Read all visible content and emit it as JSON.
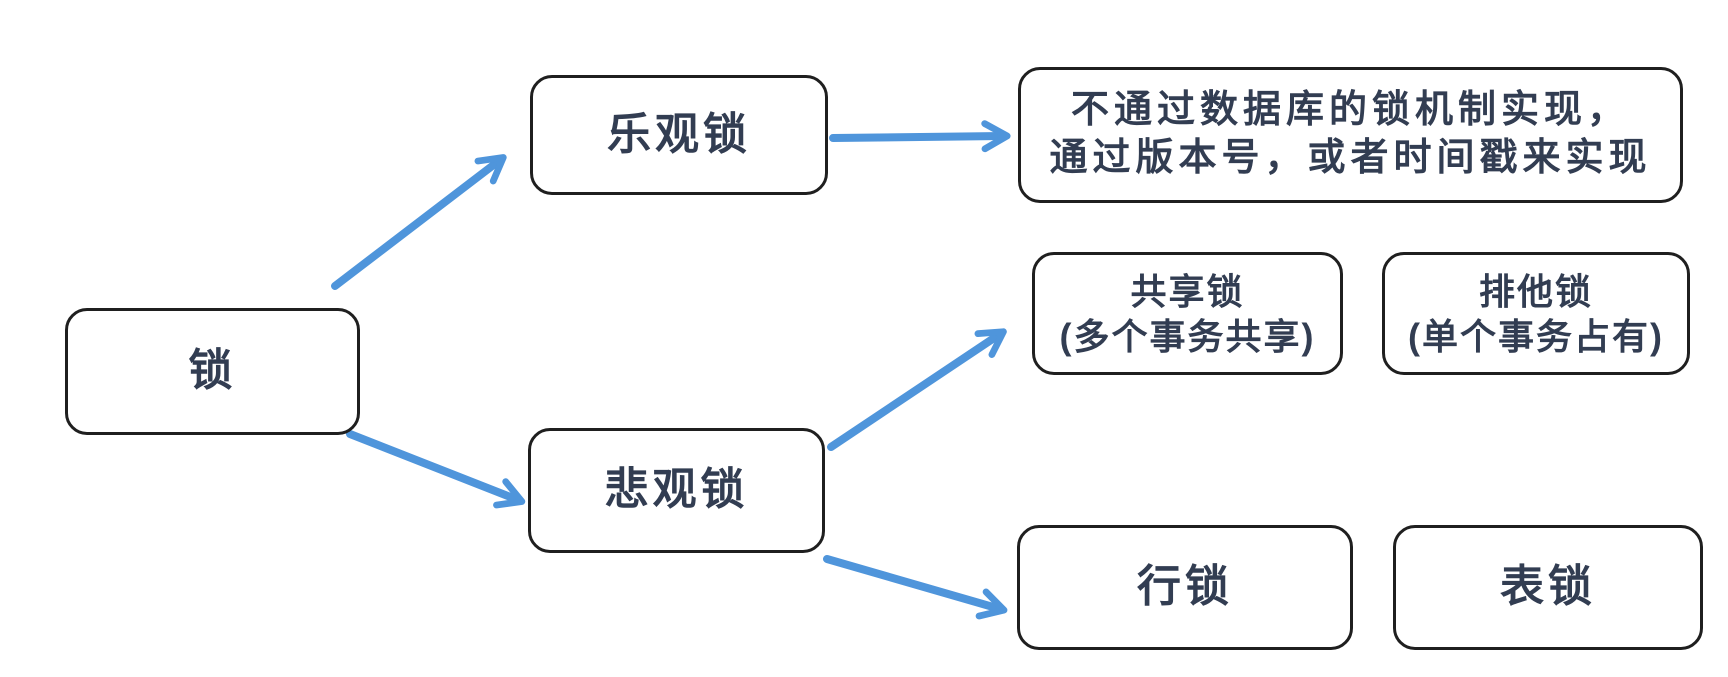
{
  "colors": {
    "arrow": "#4F95DB",
    "node_border": "#1F1F1F",
    "node_text": "#323D52",
    "background": "#FFFFFF"
  },
  "nodes": {
    "lock": {
      "label": "锁"
    },
    "optimistic": {
      "label": "乐观锁"
    },
    "desc": {
      "line1": "不通过数据库的锁机制实现，",
      "line2": "通过版本号，或者时间戳来实现"
    },
    "pessimistic": {
      "label": "悲观锁"
    },
    "shared": {
      "line1": "共享锁",
      "line2": "(多个事务共享)"
    },
    "exclusive": {
      "line1": "排他锁",
      "line2": "(单个事务占有)"
    },
    "row": {
      "label": "行锁"
    },
    "table": {
      "label": "表锁"
    }
  },
  "edges": [
    {
      "id": "lock-optimistic",
      "from": "锁",
      "to": "乐观锁"
    },
    {
      "id": "optimistic-desc",
      "from": "乐观锁",
      "to": "不通过数据库的锁机制实现，通过版本号，或者时间戳来实现"
    },
    {
      "id": "lock-pessimistic",
      "from": "锁",
      "to": "悲观锁"
    },
    {
      "id": "pessimistic-shared",
      "from": "悲观锁",
      "to": "共享锁"
    },
    {
      "id": "pessimistic-row",
      "from": "悲观锁",
      "to": "行锁"
    }
  ]
}
